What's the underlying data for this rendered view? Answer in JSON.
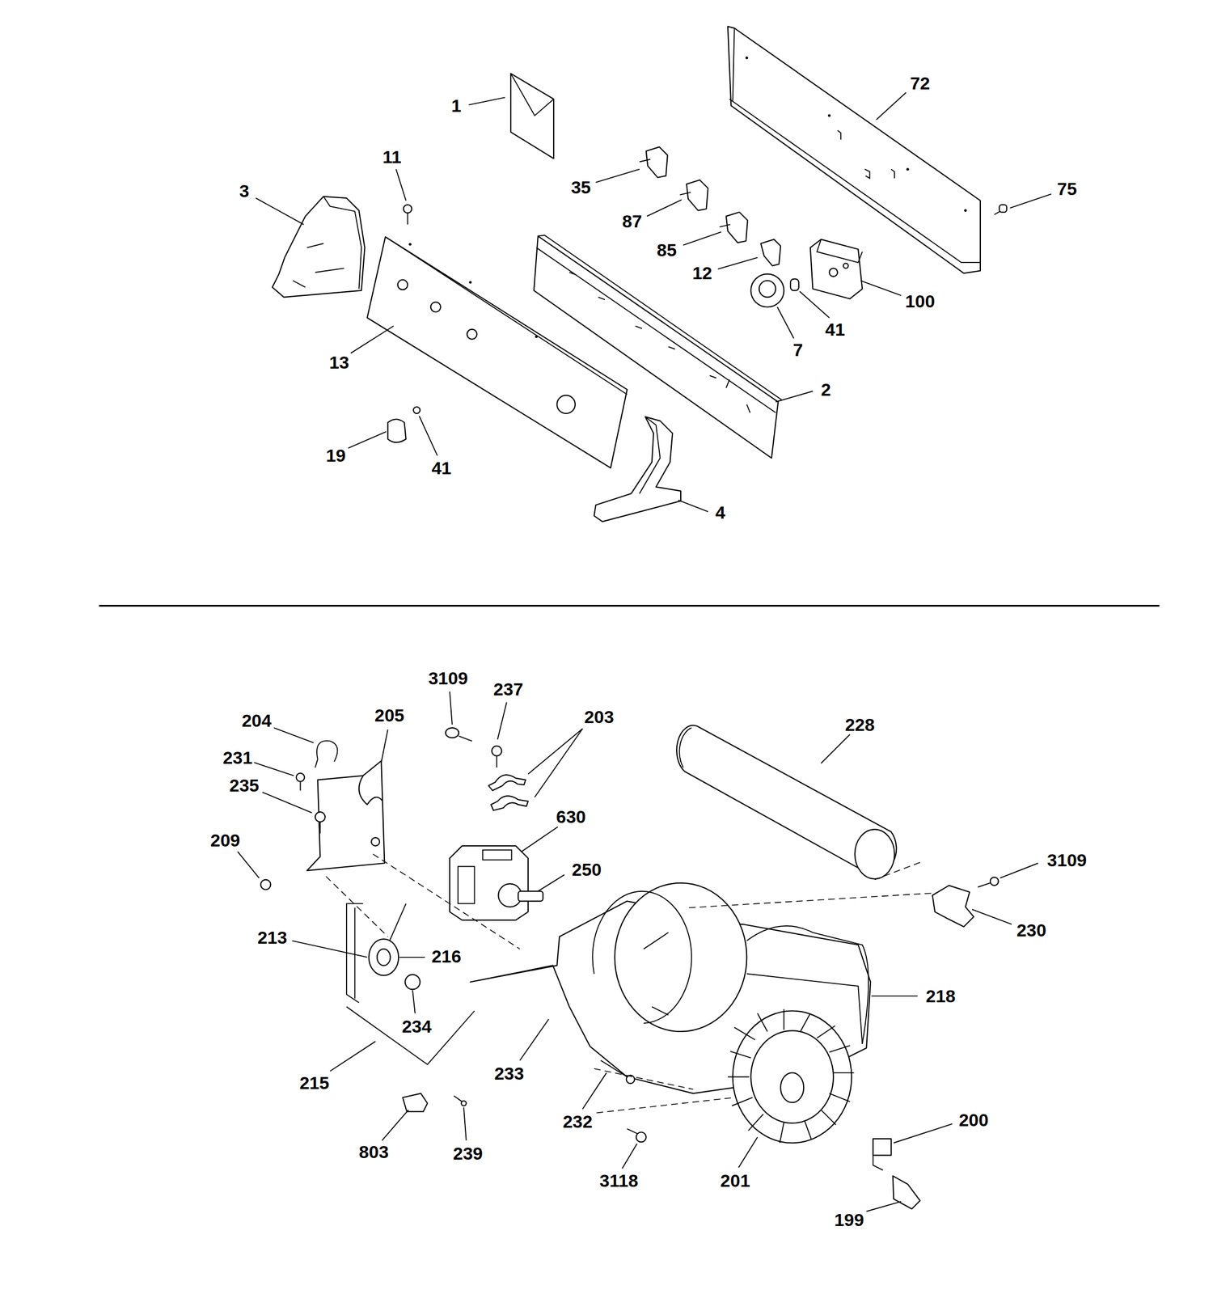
{
  "diagram": {
    "labels": [
      "1",
      "72",
      "11",
      "3",
      "35",
      "75",
      "87",
      "85",
      "12",
      "100",
      "41",
      "7",
      "13",
      "2",
      "19",
      "41",
      "4",
      "3109",
      "237",
      "203",
      "228",
      "204",
      "205",
      "231",
      "235",
      "630",
      "209",
      "250",
      "3109",
      "230",
      "213",
      "216",
      "218",
      "234",
      "215",
      "233",
      "232",
      "200",
      "803",
      "239",
      "3118",
      "201",
      "199"
    ]
  }
}
